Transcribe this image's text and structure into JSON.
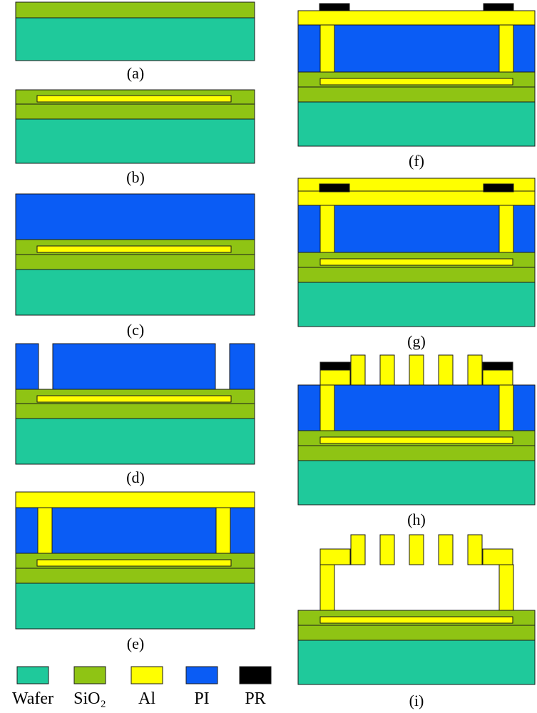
{
  "colors": {
    "wafer": "#1fc99b",
    "sio2": "#8fc414",
    "al": "#ffff00",
    "pi": "#0a5cf5",
    "pr": "#000000"
  },
  "panels": [
    {
      "id": "a",
      "caption": "(a)"
    },
    {
      "id": "b",
      "caption": "(b)"
    },
    {
      "id": "c",
      "caption": "(c)"
    },
    {
      "id": "d",
      "caption": "(d)"
    },
    {
      "id": "e",
      "caption": "(e)"
    },
    {
      "id": "f",
      "caption": "(f)"
    },
    {
      "id": "g",
      "caption": "(g)"
    },
    {
      "id": "h",
      "caption": "(h)"
    },
    {
      "id": "i",
      "caption": "(i)"
    }
  ],
  "legend": [
    {
      "key": "wafer",
      "label": "Wafer"
    },
    {
      "key": "sio2",
      "label": "SiO₂"
    },
    {
      "key": "al",
      "label": "Al"
    },
    {
      "key": "pi",
      "label": "PI"
    },
    {
      "key": "pr",
      "label": "PR"
    }
  ]
}
